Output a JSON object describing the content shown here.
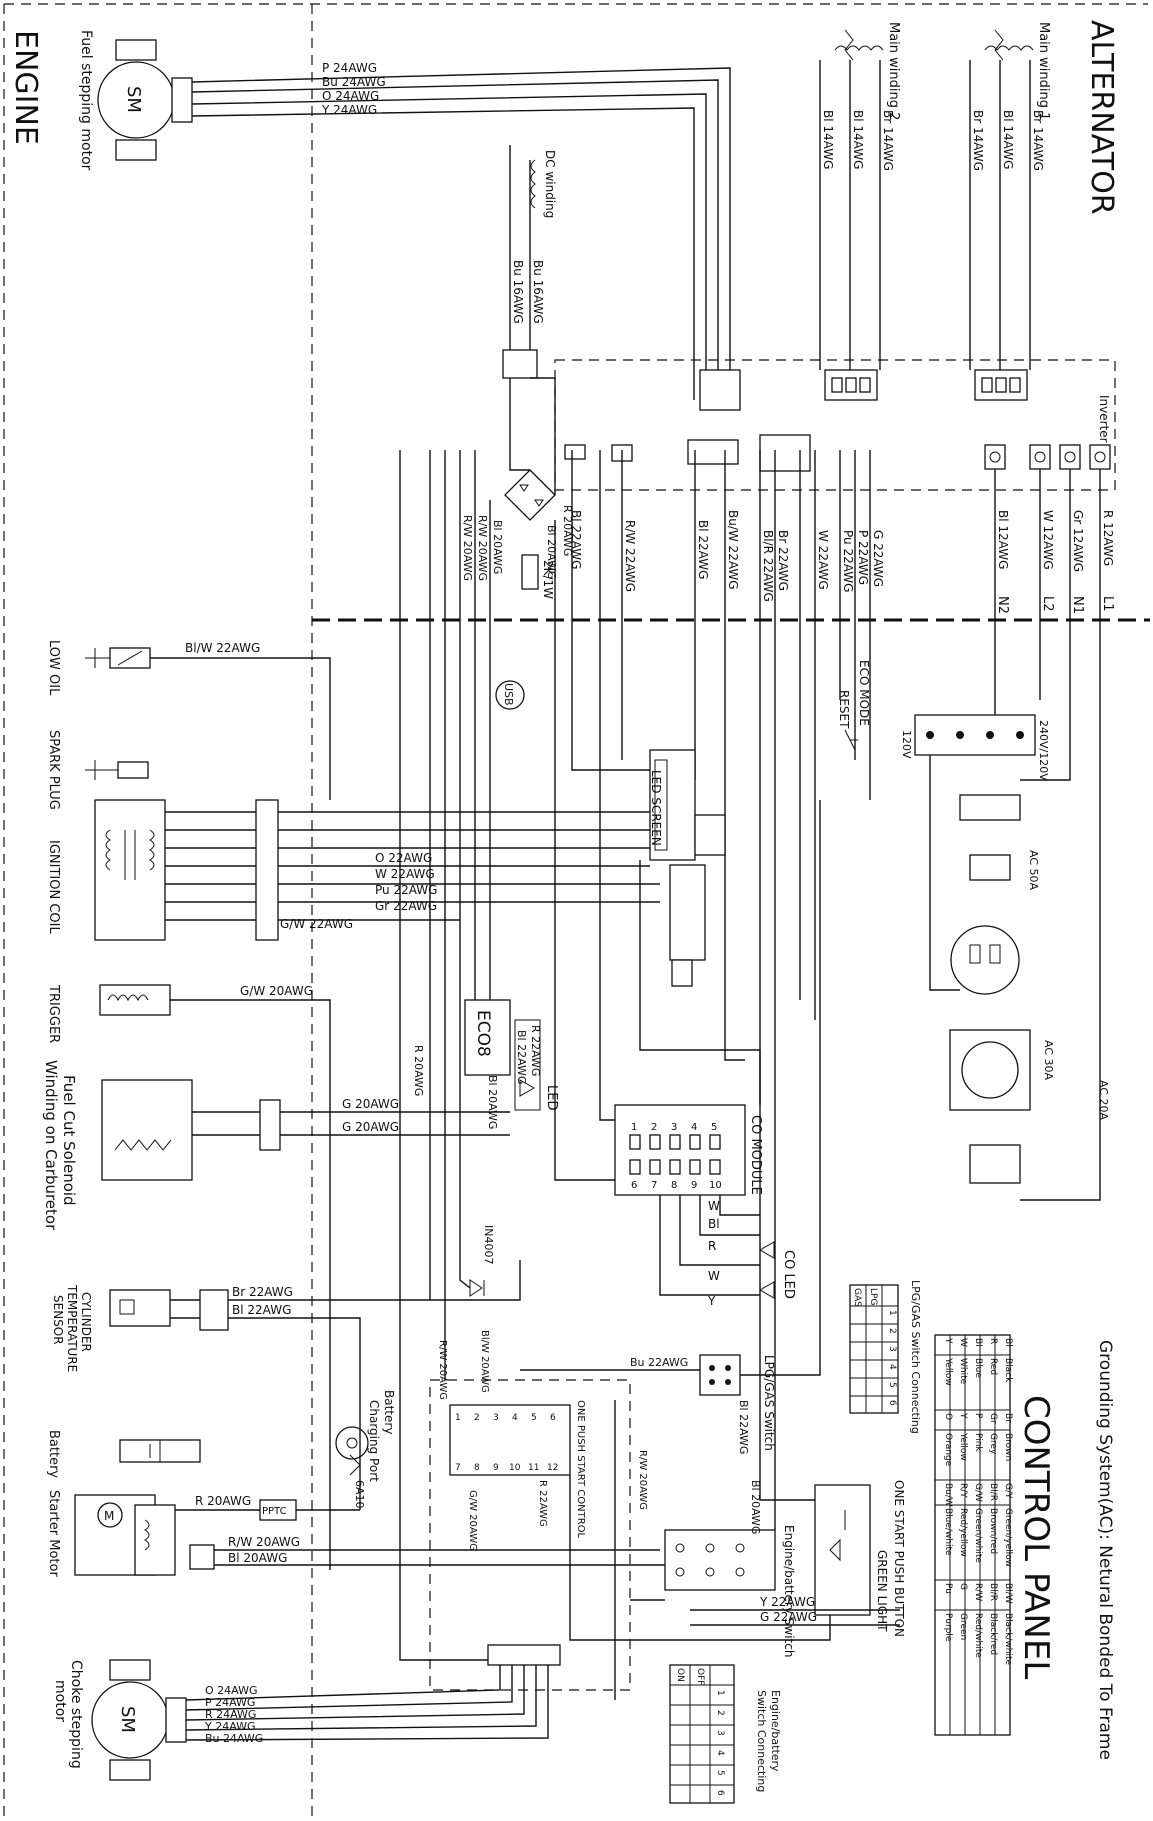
{
  "sections": {
    "engine": "ENGINE",
    "alternator": "ALTERNATOR",
    "control_panel": "CONTROL PANEL",
    "grounding": "Grounding System(AC): Netural Bonded To Frame",
    "inverter": "Inverter"
  },
  "engine_components": {
    "fuel_stepping_motor": "Fuel stepping motor",
    "sm_label": "SM",
    "low_oil": "LOW OIL",
    "spark_plug": "SPARK PLUG",
    "ignition_coil": "IGNITION COIL",
    "trigger": "TRIGGER",
    "fuel_cut_solenoid": "Fuel Cut Solenoid",
    "winding_on_carburetor": "Winding on Carburetor",
    "cylinder_temp_1": "CYLINDER",
    "cylinder_temp_2": "TEMPERATURE",
    "cylinder_temp_3": "SENSOR",
    "battery": "Battery",
    "starter_motor": "Starter Motor",
    "choke_stepping_motor_1": "Choke stepping",
    "choke_stepping_motor_2": "motor",
    "motor_m": "M"
  },
  "alternator_components": {
    "main_winding_1": "Main winding 1",
    "main_winding_2": "Main winding 2",
    "dc_winding": "DC winding",
    "mw1_wires": [
      "Br 14AWG",
      "Bl 14AWG",
      "Br 14AWG"
    ],
    "mw2_wires": [
      "Br 14AWG",
      "Bl 14AWG",
      "Bl 14AWG"
    ],
    "dc_wires": [
      "Bu 16AWG",
      "Bu 16AWG"
    ]
  },
  "inverter_outputs": [
    {
      "wire": "R 12AWG",
      "terminal": "L1"
    },
    {
      "wire": "Gr 12AWG",
      "terminal": "N1"
    },
    {
      "wire": "W 12AWG",
      "terminal": "L2"
    },
    {
      "wire": "Bl 12AWG",
      "terminal": "N2"
    }
  ],
  "inverter_signal_wires": [
    "G 22AWG",
    "P 22AWG",
    "Pu 22AWG",
    "W 22AWG",
    "Br 22AWG",
    "Bl/R 22AWG",
    "Bu/W 22AWG",
    "Bl 22AWG",
    "R/W 22AWG",
    "Bl 22AWG"
  ],
  "rectifier_wires": [
    "R 20AWG",
    "Bl 20AWG",
    "Bl 20AWG",
    "R/W 20AWG",
    "R/W 20AWG"
  ],
  "fuel_motor_wires": [
    "P 24AWG",
    "Bu 24AWG",
    "O 24AWG",
    "Y 24AWG"
  ],
  "choke_motor_wires": [
    "O 24AWG",
    "P 24AWG",
    "R 24AWG",
    "Y 24AWG",
    "Bu 24AWG"
  ],
  "engine_wires": {
    "low_oil": "Bl/W 22AWG",
    "coil": [
      "O 22AWG",
      "W 22AWG",
      "Pu 22AWG",
      "Gr 22AWG",
      "G/W 22AWG"
    ],
    "trigger": "G/W 20AWG",
    "solenoid": [
      "G 20AWG",
      "G 20AWG"
    ],
    "temp_sensor": [
      "Br 22AWG",
      "Bl 22AWG"
    ],
    "starter": "R 20AWG",
    "starter_2": [
      "R/W 20AWG",
      "Bl 20AWG"
    ]
  },
  "control_components": {
    "usb": "USB",
    "resistor": "2K/1W",
    "eco_mode": "ECO MODE",
    "reset": "RESET",
    "led_screen": "LED SCREEN",
    "eco8": "ECO8",
    "led": "LED",
    "co_module": "CO MODULE",
    "co_led": "CO LED",
    "diode": "IN4007",
    "charging_port_1": "Battery",
    "charging_port_2": "Charging Port",
    "fuse": "6A10",
    "ptc": "PPTC",
    "one_push": "ONE PUSH START CONTROL",
    "lpg_switch": "LPG/GAS Switch",
    "engine_switch": "Engine/battery Switch",
    "one_start_button": "ONE START PUSH BUTTON",
    "green_light": "GREEN LIGHT",
    "ac_50a": "AC 50A",
    "ac_30a": "AC 30A",
    "ac_20a": "AC 20A",
    "voltage_switch": "240V/120V",
    "v120": "120V"
  },
  "control_wires": [
    "R 22AWG",
    "Bl 22AWG",
    "Bl 20AWG",
    "R 20AWG",
    "Bu 22AWG",
    "Bl 22AWG",
    "Bl 20AWG",
    "Y 22AWG",
    "G 22AWG",
    "R/W 20AWG",
    "Bl/W 20AWG",
    "G/W 20AWG",
    "R/W 20AWG",
    "R 22AWG"
  ],
  "co_wires": [
    "W",
    "Bl",
    "R",
    "W",
    "Y"
  ],
  "co_module_pins": [
    "1",
    "2",
    "3",
    "4",
    "5",
    "10",
    "9",
    "8",
    "7",
    "6"
  ],
  "one_push_pins": [
    "1",
    "2",
    "3",
    "4",
    "5",
    "6",
    "7",
    "8",
    "9",
    "10",
    "11",
    "12"
  ],
  "lpg_table": {
    "title": "LPG/GAS Switch Connecting",
    "columns": [
      "1",
      "2",
      "3",
      "4",
      "5",
      "6"
    ],
    "rows": [
      "LPG",
      "GAS"
    ]
  },
  "engine_switch_table": {
    "title_1": "Engine/battery",
    "title_2": "Switch Connecting",
    "columns": [
      "1",
      "2",
      "3",
      "4",
      "5",
      "6"
    ],
    "rows": [
      "OFF",
      "ON"
    ]
  },
  "color_legend": [
    [
      "Bl",
      "Black",
      "Br",
      "Brown",
      "G/Y",
      "Green/yellow",
      "Bl/W",
      "Black/white"
    ],
    [
      "R",
      "Red",
      "Gr",
      "Grey",
      "Bl/R",
      "Brown/red",
      "Bl/R",
      "Black/red"
    ],
    [
      "Bl",
      "Blue",
      "P",
      "Pink",
      "G/W",
      "Green/white",
      "R/W",
      "Red/white"
    ],
    [
      "W",
      "White",
      "Y",
      "Yellow",
      "R/Y",
      "Red/yellow",
      "G",
      "Green"
    ],
    [
      "Y",
      "Yellow",
      "O",
      "Orange",
      "Bu/W",
      "Blue/white",
      "Pu",
      "Purple"
    ]
  ]
}
